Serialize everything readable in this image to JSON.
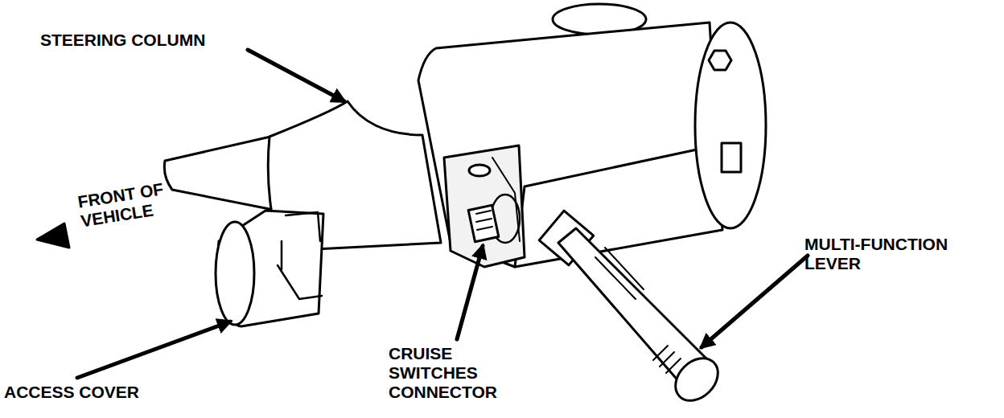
{
  "diagram": {
    "labels": [
      "STEERING COLUMN",
      "FRONT OF VEHICLE",
      "ACCESS COVER",
      "CRUISE SWITCHES CONNECTOR",
      "MULTI-FUNCTION LEVER"
    ]
  }
}
